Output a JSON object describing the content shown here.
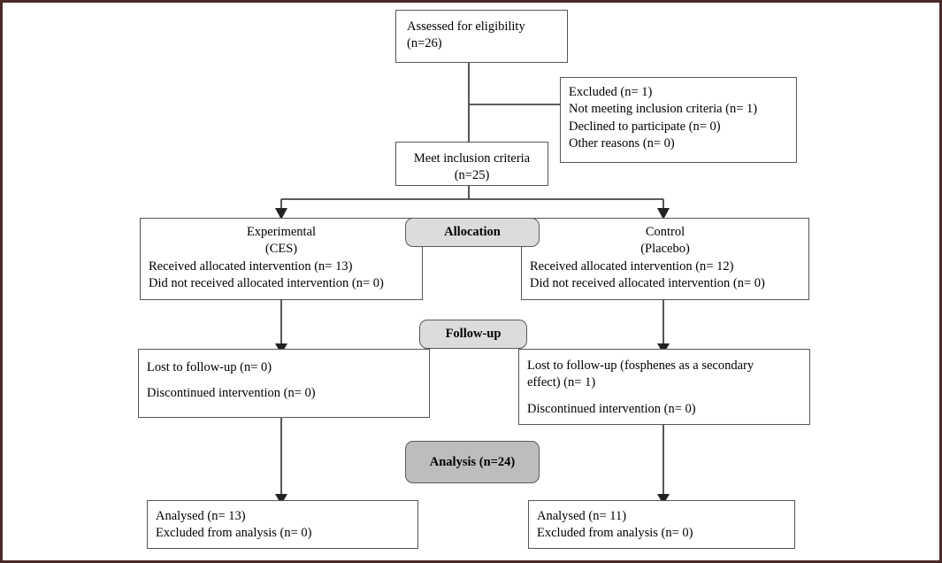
{
  "diagram": {
    "title": "CONSORT participant flow diagram",
    "frame_color": "#4a2a26",
    "box_border_color": "#555555",
    "badge_light_color": "#dcdcdc",
    "badge_dark_color": "#bdbdbd"
  },
  "nodes": {
    "assessed": {
      "line1": "Assessed for eligibility",
      "line2": "(n=26)"
    },
    "excluded": {
      "line1": "Excluded (n= 1)",
      "line2": "Not meeting inclusion criteria (n= 1)",
      "line3": "Declined to participate (n= 0)",
      "line4": "Other reasons (n= 0)"
    },
    "inclusion": {
      "line1": "Meet inclusion criteria",
      "line2": "(n=25)"
    },
    "allocation_badge": {
      "label": "Allocation"
    },
    "experimental": {
      "line1": "Experimental",
      "line2": "(CES)",
      "line3": "Received allocated intervention (n= 13)",
      "line4": "Did not received allocated intervention (n= 0)"
    },
    "control": {
      "line1": "Control",
      "line2": "(Placebo)",
      "line3": "Received allocated intervention (n= 12)",
      "line4": "Did not received allocated intervention (n= 0)"
    },
    "followup_badge": {
      "label": "Follow-up"
    },
    "followup_left": {
      "line1": "Lost to follow-up (n= 0)",
      "line2": "Discontinued intervention (n= 0)"
    },
    "followup_right": {
      "line1": "Lost to follow-up (fosphenes as a secondary effect) (n= 1)",
      "line2": "Discontinued intervention (n= 0)"
    },
    "analysis_badge": {
      "label": "Analysis (n=24)"
    },
    "analysed_left": {
      "line1": "Analysed (n= 13)",
      "line2": "Excluded from analysis (n= 0)"
    },
    "analysed_right": {
      "line1": "Analysed (n= 11)",
      "line2": "Excluded from analysis (n= 0)"
    }
  }
}
